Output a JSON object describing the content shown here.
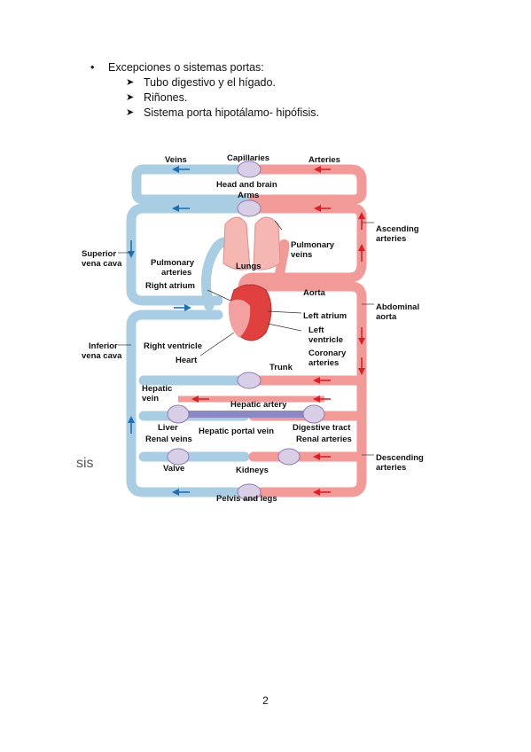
{
  "bullets": {
    "main": "Excepciones o sistemas portas:",
    "items": [
      "Tubo digestivo y el hígado.",
      "Riñones.",
      "Sistema porta hipotálamo- hipófisis."
    ]
  },
  "figure": {
    "cropped_text": "sis",
    "labels": {
      "veins": "Veins",
      "capillaries": "Capillaries",
      "arteries": "Arteries",
      "head_brain": "Head and brain",
      "arms": "Arms",
      "ascending_1": "Ascending",
      "ascending_2": "arteries",
      "superior_1": "Superior",
      "superior_2": "vena cava",
      "pulm_veins_1": "Pulmonary",
      "pulm_veins_2": "veins",
      "pulm_art_1": "Pulmonary",
      "pulm_art_2": "arteries",
      "lungs": "Lungs",
      "aorta": "Aorta",
      "abdominal_1": "Abdominal",
      "abdominal_2": "aorta",
      "right_atrium": "Right atrium",
      "left_atrium": "Left atrium",
      "left_ventricle_1": "Left",
      "left_ventricle_2": "ventricle",
      "inferior_1": "Inferior",
      "inferior_2": "vena cava",
      "right_ventricle": "Right ventricle",
      "heart": "Heart",
      "coronary_1": "Coronary",
      "coronary_2": "arteries",
      "trunk": "Trunk",
      "hepatic_vein_1": "Hepatic",
      "hepatic_vein_2": "vein",
      "hepatic_artery": "Hepatic artery",
      "liver": "Liver",
      "hepatic_portal": "Hepatic portal vein",
      "digestive": "Digestive tract",
      "renal_veins": "Renal veins",
      "renal_arteries": "Renal arteries",
      "descending_1": "Descending",
      "descending_2": "arteries",
      "valve": "Valve",
      "kidneys": "Kidneys",
      "pelvis": "Pelvis and legs"
    }
  },
  "page_number": "2",
  "colors": {
    "vein": "#a9cde3",
    "vein_edge": "#7fb0cf",
    "artery": "#f29a98",
    "artery_edge": "#e06f6c",
    "portal": "#8b88c4",
    "arrow_blue": "#1f6fb5",
    "arrow_red": "#d92128",
    "capillary": "#d8cfe6",
    "heart": "#e0413f"
  }
}
